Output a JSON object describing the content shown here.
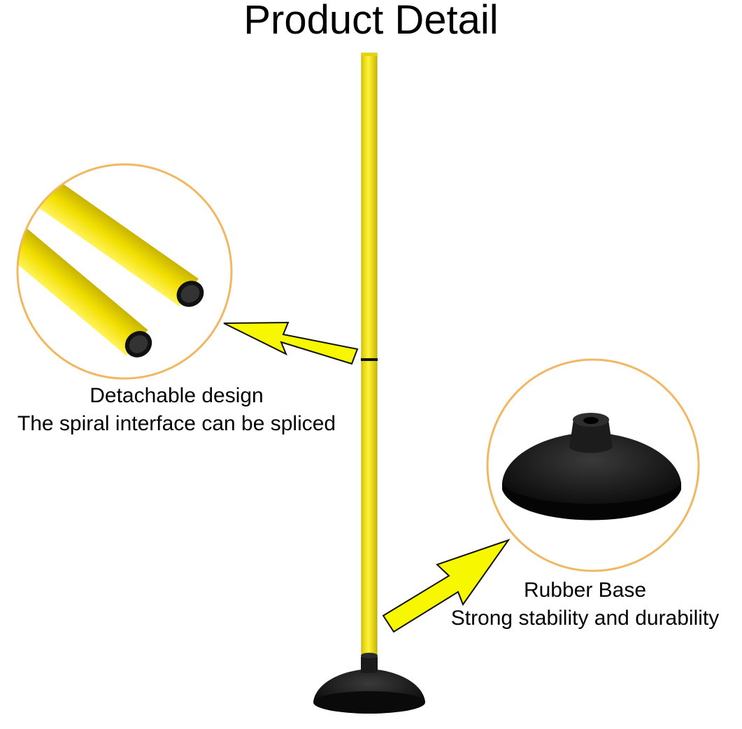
{
  "title": "Product Detail",
  "callouts": [
    {
      "heading": "Detachable design",
      "text": "The spiral interface can be spliced",
      "icon": "pole-joint-closeup-icon"
    },
    {
      "heading": "Rubber Base",
      "text": "Strong stability and durability",
      "icon": "rubber-base-closeup-icon"
    }
  ],
  "colors": {
    "pole": "#f5e400",
    "pole_edge": "#b8a800",
    "base": "#111111",
    "ring": "#f0b860",
    "arrow": "#f7f700"
  }
}
